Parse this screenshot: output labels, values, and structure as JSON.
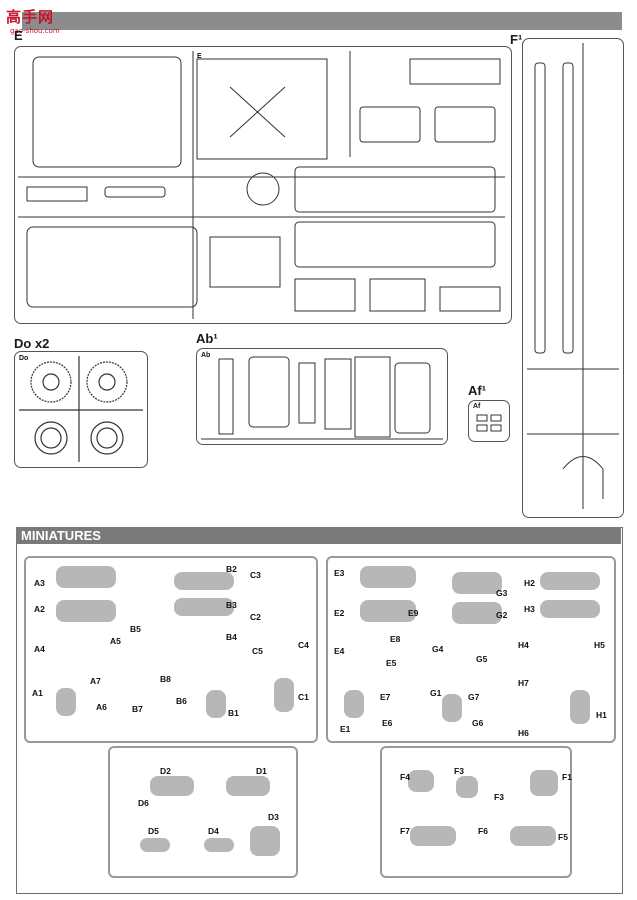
{
  "header": {
    "logo_text": "高手网",
    "logo_url": "gao-shou.com"
  },
  "sprues": {
    "E": {
      "label": "E",
      "inner_tag": "E"
    },
    "F": {
      "label": "F¹"
    },
    "Do": {
      "label": "Do x2",
      "inner_tag": "Do"
    },
    "Ab": {
      "label": "Ab¹",
      "inner_tag": "Ab"
    },
    "Af": {
      "label": "Af¹",
      "inner_tag": "Af"
    }
  },
  "miniatures": {
    "title": "MINIATURES",
    "sprue_1_labels": [
      "A3",
      "A2",
      "A4",
      "A5",
      "B5",
      "A1",
      "A7",
      "A6",
      "B8",
      "B7",
      "B6",
      "B2",
      "B3",
      "B4",
      "C3",
      "C2",
      "C5",
      "C4",
      "C1",
      "B1"
    ],
    "sprue_2_labels": [
      "E3",
      "E2",
      "E4",
      "E9",
      "E8",
      "E5",
      "E7",
      "E1",
      "E6",
      "G3",
      "G2",
      "G4",
      "G5",
      "G1",
      "G7",
      "G6",
      "H2",
      "H3",
      "H4",
      "H5",
      "H7",
      "H1",
      "H6"
    ],
    "sprue_3_labels": [
      "D2",
      "D1",
      "D6",
      "D3",
      "D5",
      "D4"
    ],
    "sprue_4_labels": [
      "F4",
      "F3",
      "F1",
      "F3",
      "F7",
      "F6",
      "F5"
    ]
  },
  "colors": {
    "logo_red": "#c8142a",
    "sprue_grey": "#9a9a9a",
    "part_grey": "#b7b7b7",
    "header_grey": "#7a7a7a"
  }
}
